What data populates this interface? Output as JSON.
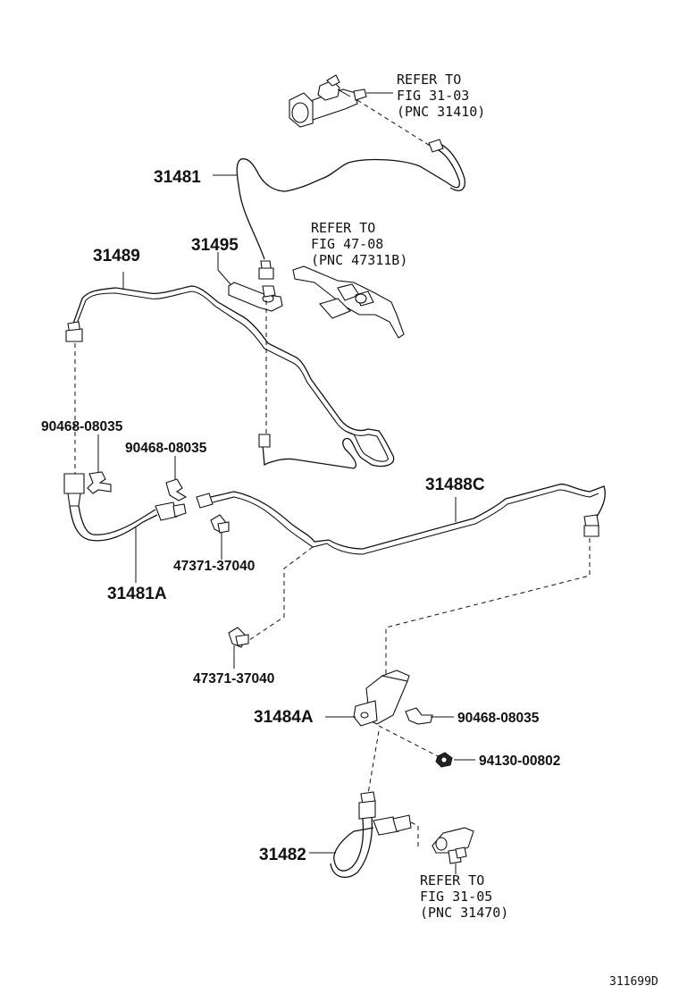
{
  "parts": {
    "p31481": "31481",
    "p31495": "31495",
    "p31489": "31489",
    "p31488C": "31488C",
    "p31481A": "31481A",
    "p31484A": "31484A",
    "p31482": "31482",
    "clip1": "90468-08035",
    "clip2": "90468-08035",
    "clip3": "90468-08035",
    "clamp1": "47371-37040",
    "clamp2": "47371-37040",
    "nut": "94130-00802"
  },
  "refs": {
    "r1": {
      "line1": "REFER TO",
      "line2": "FIG 31-03",
      "line3": "(PNC 31410)"
    },
    "r2": {
      "line1": "REFER TO",
      "line2": "FIG 47-08",
      "line3": "(PNC 47311B)"
    },
    "r3": {
      "line1": "REFER TO",
      "line2": "FIG 31-05",
      "line3": "(PNC 31470)"
    }
  },
  "diagram_code": "311699D",
  "icons": [
    "master-cylinder-icon",
    "pedal-bracket-icon",
    "hose-icon",
    "clip-icon",
    "clamp-icon",
    "nut-icon",
    "bracket-icon",
    "release-cylinder-icon"
  ]
}
